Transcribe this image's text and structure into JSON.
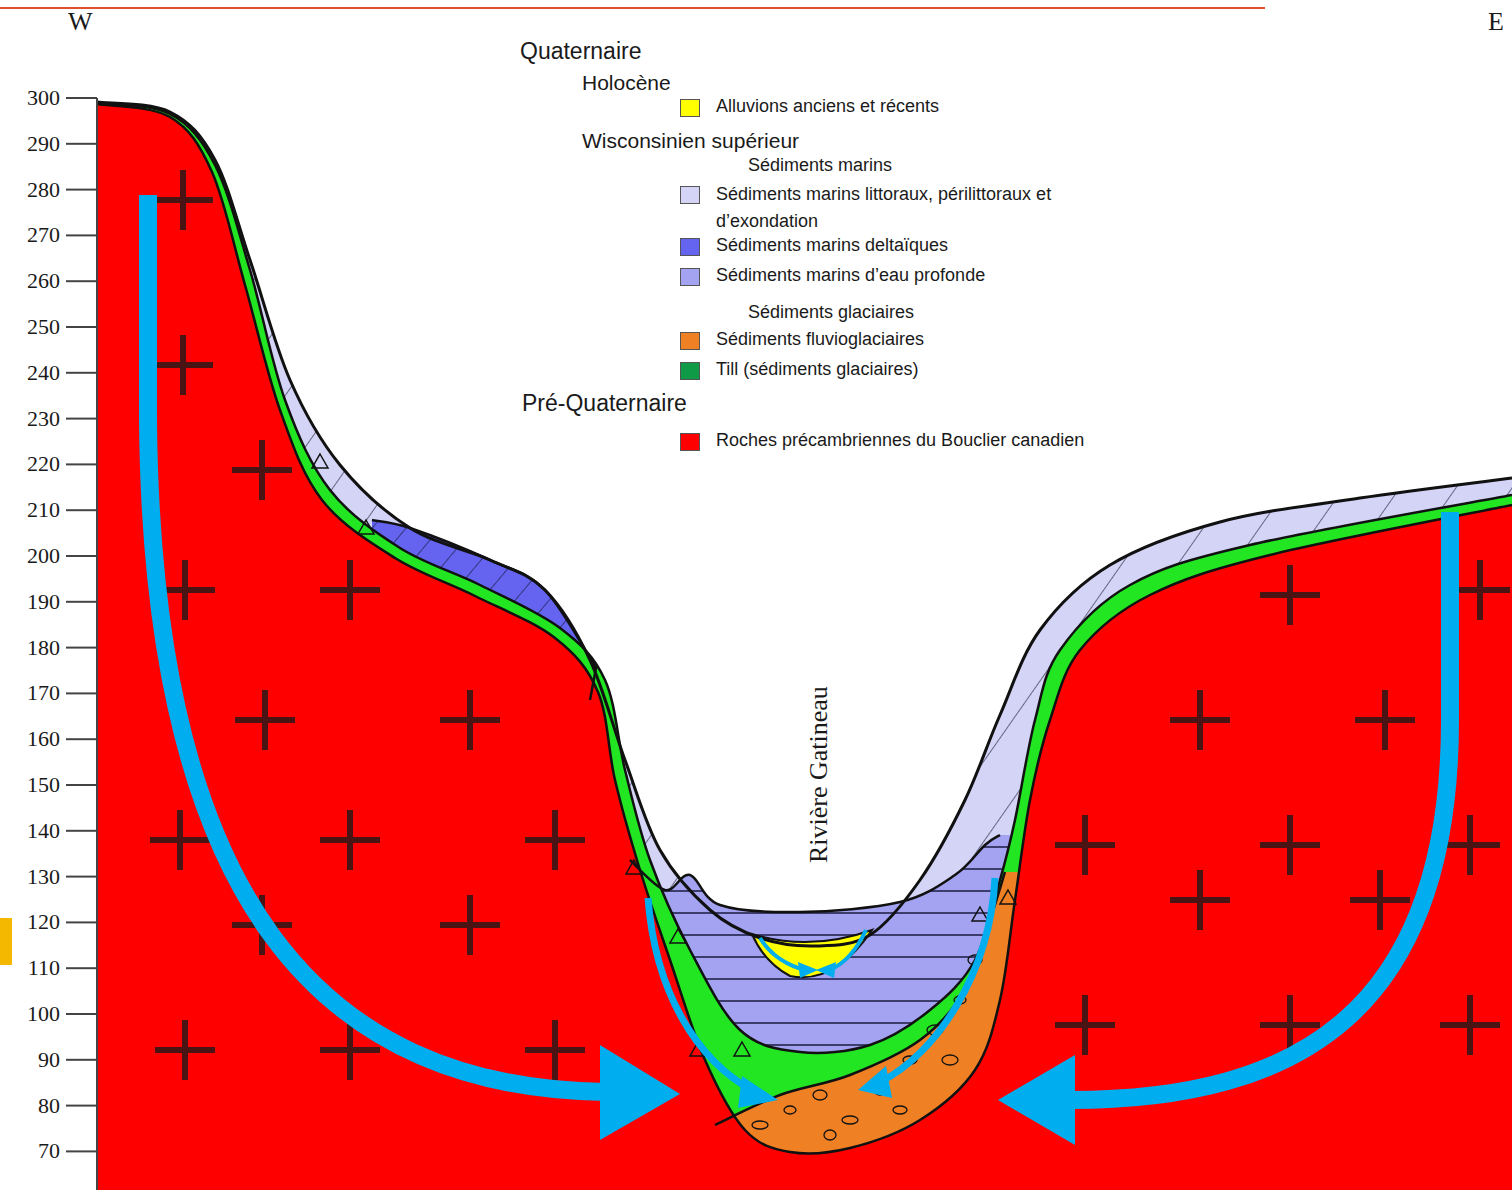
{
  "diagram": {
    "labels": [
      "W",
      "E",
      "300",
      "290",
      "280",
      "270",
      "260",
      "250",
      "240",
      "230",
      "220",
      "210",
      "200",
      "190",
      "180",
      "170",
      "160",
      "150",
      "140",
      "130",
      "120",
      "110",
      "100",
      "90",
      "80",
      "70",
      "Quaternaire",
      "Holocène",
      "Wisconsinien supérieur",
      "Sédiments marins",
      "Sédiments glaciaires",
      "Pré-Quaternaire",
      "Rivière Gatineau"
    ],
    "legend": [
      {
        "text": "Alluvions anciens et récents",
        "color": "#ffff00"
      },
      {
        "text": "Sédiments marins littoraux, périlittoraux et d’exondation",
        "color": "#d4d4f7"
      },
      {
        "text": "Sédiments marins deltaïques",
        "color": "#6464f0"
      },
      {
        "text": "Sédiments marins d’eau profonde",
        "color": "#a3a3f2"
      },
      {
        "text": "Sédiments fluvioglaciaires",
        "color": "#f08024"
      },
      {
        "text": "Till (sédiments glaciaires)",
        "color": "#0f9a48"
      },
      {
        "text": "Roches précambriennes du Bouclier canadien",
        "color": "#ff0000"
      }
    ]
  }
}
